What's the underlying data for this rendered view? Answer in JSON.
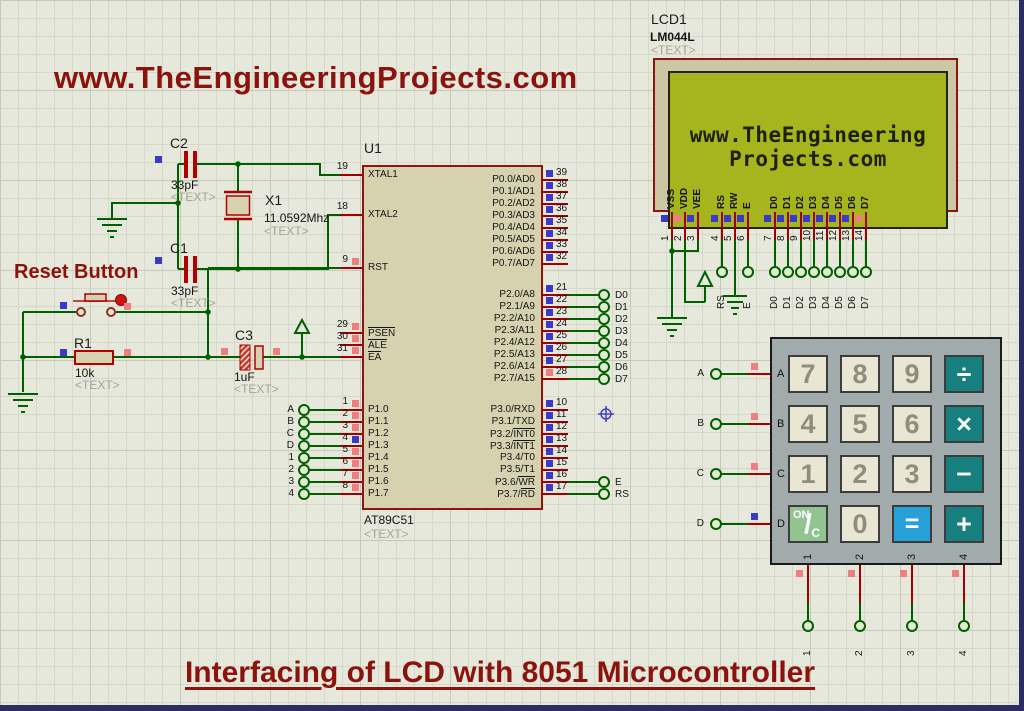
{
  "header": {
    "website_text": "www.TheEngineeringProjects.com"
  },
  "footer": {
    "title": "Interfacing of LCD with 8051 Microcontroller"
  },
  "annotations": {
    "reset_button_label": "Reset Button",
    "placeholder_text": "<TEXT>"
  },
  "colors": {
    "wire_green": "#006000",
    "component_red": "#b00000",
    "body_fill": "#d6d2b0",
    "logic_blue": "#3a3ac8",
    "logic_red": "#ef7f7f",
    "dark_red_text": "#8a130d",
    "lcd_screen_green": "#a6b41e",
    "keypad_body_grey": "#a2abab",
    "keypad_key_beige": "#eae6d4",
    "keypad_teal": "#187f7f",
    "keypad_blue": "#28a0d8",
    "keypad_green": "#92c492"
  },
  "components": {
    "c2": {
      "ref": "C2",
      "value": "33pF"
    },
    "c1": {
      "ref": "C1",
      "value": "33pF"
    },
    "x1": {
      "ref": "X1",
      "value": "11.0592Mhz"
    },
    "r1": {
      "ref": "R1",
      "value": "10k"
    },
    "c3": {
      "ref": "C3",
      "value": "1uF"
    }
  },
  "mcu": {
    "ref": "U1",
    "part": "AT89C51",
    "left_pins": [
      {
        "num": "19",
        "label": "XTAL1",
        "sq": null
      },
      {
        "num": "18",
        "label": "XTAL2",
        "sq": null
      },
      {
        "num": "9",
        "label": "RST",
        "sq": "red"
      },
      {
        "num": "29",
        "label": "",
        "over": "PSEN",
        "sq": "red"
      },
      {
        "num": "30",
        "label": "",
        "over": "ALE",
        "sq": "red"
      },
      {
        "num": "31",
        "label": "",
        "over": "EA",
        "sq": "red"
      },
      {
        "num": "1",
        "label": "P1.0",
        "sq": "red",
        "term": "A"
      },
      {
        "num": "2",
        "label": "P1.1",
        "sq": "red",
        "term": "B"
      },
      {
        "num": "3",
        "label": "P1.2",
        "sq": "red",
        "term": "C"
      },
      {
        "num": "4",
        "label": "P1.3",
        "sq": "blue",
        "term": "D"
      },
      {
        "num": "5",
        "label": "P1.4",
        "sq": "red",
        "term": "1"
      },
      {
        "num": "6",
        "label": "P1.5",
        "sq": "red",
        "term": "2"
      },
      {
        "num": "7",
        "label": "P1.6",
        "sq": "red",
        "term": "3"
      },
      {
        "num": "8",
        "label": "P1.7",
        "sq": "red",
        "term": "4"
      }
    ],
    "right_pins_p0": [
      {
        "num": "39",
        "label": "P0.0/AD0",
        "sq": "blue"
      },
      {
        "num": "38",
        "label": "P0.1/AD1",
        "sq": "blue"
      },
      {
        "num": "37",
        "label": "P0.2/AD2",
        "sq": "blue"
      },
      {
        "num": "36",
        "label": "P0.3/AD3",
        "sq": "blue"
      },
      {
        "num": "35",
        "label": "P0.4/AD4",
        "sq": "blue"
      },
      {
        "num": "34",
        "label": "P0.5/AD5",
        "sq": "blue"
      },
      {
        "num": "33",
        "label": "P0.6/AD6",
        "sq": "blue"
      },
      {
        "num": "32",
        "label": "P0.7/AD7",
        "sq": "blue"
      }
    ],
    "right_pins_p2": [
      {
        "num": "21",
        "label": "P2.0/A8",
        "sq": "blue",
        "term": "D0"
      },
      {
        "num": "22",
        "label": "P2.1/A9",
        "sq": "blue",
        "term": "D1"
      },
      {
        "num": "23",
        "label": "P2.2/A10",
        "sq": "blue",
        "term": "D2"
      },
      {
        "num": "24",
        "label": "P2.3/A11",
        "sq": "blue",
        "term": "D3"
      },
      {
        "num": "25",
        "label": "P2.4/A12",
        "sq": "blue",
        "term": "D4"
      },
      {
        "num": "26",
        "label": "P2.5/A13",
        "sq": "blue",
        "term": "D5"
      },
      {
        "num": "27",
        "label": "P2.6/A14",
        "sq": "blue",
        "term": "D6"
      },
      {
        "num": "28",
        "label": "P2.7/A15",
        "sq": "red",
        "term": "D7"
      }
    ],
    "right_pins_p3": [
      {
        "num": "10",
        "label": "P3.0/RXD",
        "sq": "blue"
      },
      {
        "num": "11",
        "label": "P3.1/TXD",
        "sq": "blue"
      },
      {
        "num": "12",
        "label": "P3.2/",
        "over": "INT0",
        "sq": "blue"
      },
      {
        "num": "13",
        "label": "P3.3/",
        "over": "INT1",
        "sq": "blue"
      },
      {
        "num": "14",
        "label": "P3.4/T0",
        "sq": "blue"
      },
      {
        "num": "15",
        "label": "P3.5/T1",
        "sq": "blue"
      },
      {
        "num": "16",
        "label": "P3.6/",
        "over": "WR",
        "sq": "blue",
        "term": "E"
      },
      {
        "num": "17",
        "label": "P3.7/",
        "over": "RD",
        "sq": "blue",
        "term": "RS"
      }
    ]
  },
  "lcd": {
    "ref": "LCD1",
    "part": "LM044L",
    "screen_lines": [
      "www.TheEngineering",
      "Projects.com"
    ],
    "pins": [
      {
        "num": "1",
        "name": "VSS",
        "sq": "blue"
      },
      {
        "num": "2",
        "name": "VDD",
        "sq": "red"
      },
      {
        "num": "3",
        "name": "VEE",
        "sq": "blue"
      },
      {
        "num": "4",
        "name": "RS",
        "sq": "blue",
        "term": "RS"
      },
      {
        "num": "5",
        "name": "RW",
        "sq": "blue"
      },
      {
        "num": "6",
        "name": "E",
        "sq": "blue",
        "term": "E"
      },
      {
        "num": "7",
        "name": "D0",
        "sq": "blue",
        "term": "D0"
      },
      {
        "num": "8",
        "name": "D1",
        "sq": "blue",
        "term": "D1"
      },
      {
        "num": "9",
        "name": "D2",
        "sq": "blue",
        "term": "D2"
      },
      {
        "num": "10",
        "name": "D3",
        "sq": "blue",
        "term": "D3"
      },
      {
        "num": "11",
        "name": "D4",
        "sq": "blue",
        "term": "D4"
      },
      {
        "num": "12",
        "name": "D5",
        "sq": "blue",
        "term": "D5"
      },
      {
        "num": "13",
        "name": "D6",
        "sq": "blue",
        "term": "D6"
      },
      {
        "num": "14",
        "name": "D7",
        "sq": "red",
        "term": "D7"
      }
    ]
  },
  "keypad": {
    "rows": [
      [
        {
          "label": "7",
          "kind": "num"
        },
        {
          "label": "8",
          "kind": "num"
        },
        {
          "label": "9",
          "kind": "num"
        },
        {
          "label": "÷",
          "kind": "op"
        }
      ],
      [
        {
          "label": "4",
          "kind": "num"
        },
        {
          "label": "5",
          "kind": "num"
        },
        {
          "label": "6",
          "kind": "num"
        },
        {
          "label": "×",
          "kind": "op"
        }
      ],
      [
        {
          "label": "1",
          "kind": "num"
        },
        {
          "label": "2",
          "kind": "num"
        },
        {
          "label": "3",
          "kind": "num"
        },
        {
          "label": "−",
          "kind": "op"
        }
      ],
      [
        {
          "label": "ON/C",
          "kind": "onc"
        },
        {
          "label": "0",
          "kind": "num"
        },
        {
          "label": "=",
          "kind": "eq"
        },
        {
          "label": "+",
          "kind": "op"
        }
      ]
    ],
    "row_labels": [
      "A",
      "B",
      "C",
      "D"
    ],
    "col_labels": [
      "1",
      "2",
      "3",
      "4"
    ],
    "left_terminals": [
      {
        "label": "A",
        "sq": "red"
      },
      {
        "label": "B",
        "sq": "red"
      },
      {
        "label": "C",
        "sq": "red"
      },
      {
        "label": "D",
        "sq": "blue"
      }
    ],
    "bottom_terminals": [
      {
        "label": "1",
        "sq": "red"
      },
      {
        "label": "2",
        "sq": "red"
      },
      {
        "label": "3",
        "sq": "red"
      },
      {
        "label": "4",
        "sq": "red"
      }
    ]
  }
}
